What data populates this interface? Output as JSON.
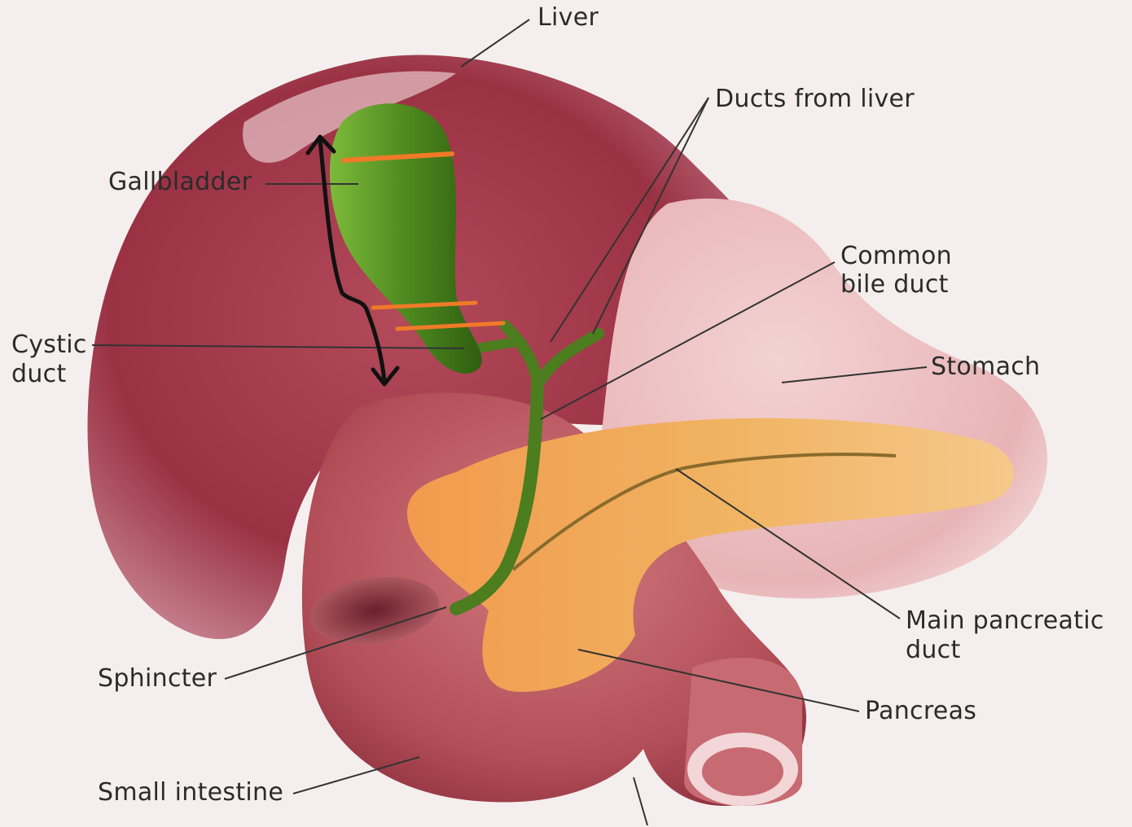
{
  "labels": {
    "liver": "Liver",
    "ducts_from_liver": "Ducts from liver",
    "gallbladder": "Gallbladder",
    "common_bile_duct_line1": "Common",
    "common_bile_duct_line2": "bile duct",
    "cystic_duct_line1": "Cystic",
    "cystic_duct_line2": "duct",
    "stomach": "Stomach",
    "main_pancreatic_duct_line1": "Main pancreatic",
    "main_pancreatic_duct_line2": "duct",
    "sphincter": "Sphincter",
    "pancreas": "Pancreas",
    "small_intestine": "Small intestine"
  },
  "colors": {
    "background": "#f4efee",
    "liver": "#9c3448",
    "stomach": "#e7b3b3",
    "gallbladder": "#4f8a1f",
    "pancreas": "#eeae5c",
    "intestine": "#b8505a",
    "annotation_black": "#111111",
    "annotation_orange": "#f07a28",
    "leader_line": "#333333"
  }
}
